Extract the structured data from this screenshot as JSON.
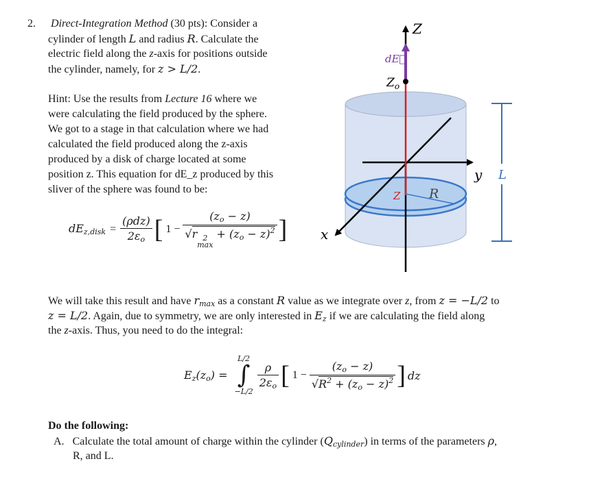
{
  "problem": {
    "number": "2.",
    "title": "Direct-Integration Method",
    "points": "(30 pts):",
    "text_lines": [
      [
        "Consider a"
      ],
      [
        "cylinder of length ",
        "L",
        " and radius ",
        "R",
        ".  Calculate the"
      ],
      [
        "electric field along the ",
        "z",
        "-axis for positions outside"
      ],
      [
        "the cylinder, namely, for ",
        "z > L/2",
        "."
      ]
    ]
  },
  "hint": {
    "lines": [
      "Hint:  Use the results from Lecture 16 where we",
      "were calculating the field produced by the sphere.",
      "We got to a stage in that calculation where we had",
      "calculated the field produced along the z-axis",
      "produced by a disk of charge located at some",
      "position z.  This equation for dE_z produced by this",
      "sliver of the sphere was found to be:"
    ],
    "prefix": "Hint:  Use the results from ",
    "lecture": "Lecture 16",
    "suffix": " where we"
  },
  "equation1": {
    "lhs": "dE",
    "lhs_sub": "z,disk",
    "eq": "=",
    "coef_num": "(ρdz)",
    "coef_den": "2ε",
    "coef_den_sub": "o",
    "one_minus": "1 −",
    "frac_num": "(z",
    "frac_num_sub": "o",
    "frac_num_tail": " − z)",
    "root_r": "r",
    "root_r_sup": "2",
    "root_r_sub": "max",
    "root_tail": " + (z",
    "root_tail_sub": "o",
    "root_tail_end": " − z)",
    "root_sup": "2"
  },
  "paragraph2": {
    "l1_a": "We will take this result and have ",
    "l1_r": "r",
    "l1_rsub": "max",
    "l1_b": " as a constant ",
    "l1_R": "R",
    "l1_c": " value as we integrate over ",
    "l1_z": "z",
    "l1_d": ", from ",
    "l1_expr": "z = −L/2",
    "l1_e": " to",
    "l2_expr": "z = L/2",
    "l2_a": ".  Again, due to symmetry, we are only interested in ",
    "l2_E": "E",
    "l2_Esub": "z",
    "l2_b": " if we are calculating the field along",
    "l3_a": "the ",
    "l3_z": "z",
    "l3_b": "-axis.  Thus, you need to do the integral:"
  },
  "equation2": {
    "lhs": "E",
    "lhs_sub": "z",
    "lhs_arg": "(z",
    "lhs_arg_sub": "o",
    "lhs_arg_end": ") =",
    "upper": "L/2",
    "lower": "−L/2",
    "coef_num": "ρ",
    "coef_den": "2ε",
    "coef_den_sub": "o",
    "one_minus": "1 −",
    "frac_num": "(z",
    "frac_num_sub": "o",
    "frac_num_tail": " − z)",
    "root_R": "R",
    "root_R_sup": "2",
    "root_tail": " + (z",
    "root_tail_sub": "o",
    "root_tail_end": " − z)",
    "root_sup": "2",
    "dz": "dz"
  },
  "tasks": {
    "heading": "Do the following:",
    "items": [
      {
        "marker": "A.",
        "l1_a": "Calculate the total amount of charge within the cylinder (",
        "l1_Q": "Q",
        "l1_Qsub": "cylinder",
        "l1_b": ") in terms of the parameters ",
        "l1_rho": "ρ",
        "l1_c": ",",
        "l2": "R, and L."
      }
    ]
  },
  "figure": {
    "label_z_axis": "Z",
    "label_dE": "dE⃗",
    "label_zo": "Z",
    "label_zo_sub": "o",
    "label_y": "y",
    "label_x": "x",
    "label_L": "L",
    "label_R": "R",
    "label_Z_disk": "Z",
    "colors": {
      "cylinder_fill": "#d9e3f4",
      "cylinder_edge": "#a8b4c8",
      "top_ellipse": "#c6d4ec",
      "disk_fill": "#b5d0ee",
      "disk_edge": "#3a78c9",
      "z_line": "#d42020",
      "dE_arrow": "#7c3aa6",
      "L_bracket": "#3a6fb8",
      "axes": "#000000"
    }
  }
}
